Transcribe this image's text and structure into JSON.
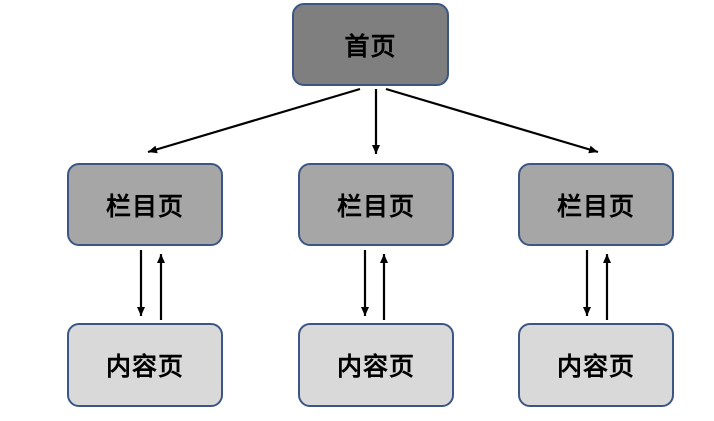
{
  "diagram": {
    "home": {
      "label": "首页"
    },
    "columns": [
      {
        "label": "栏目页",
        "content_label": "内容页"
      },
      {
        "label": "栏目页",
        "content_label": "内容页"
      },
      {
        "label": "栏目页",
        "content_label": "内容页"
      }
    ],
    "colors": {
      "home_fill": "#7f7f7f",
      "column_fill": "#a6a6a6",
      "content_fill": "#d9d9d9",
      "border": "#3b5684",
      "arrow": "#000000"
    }
  }
}
